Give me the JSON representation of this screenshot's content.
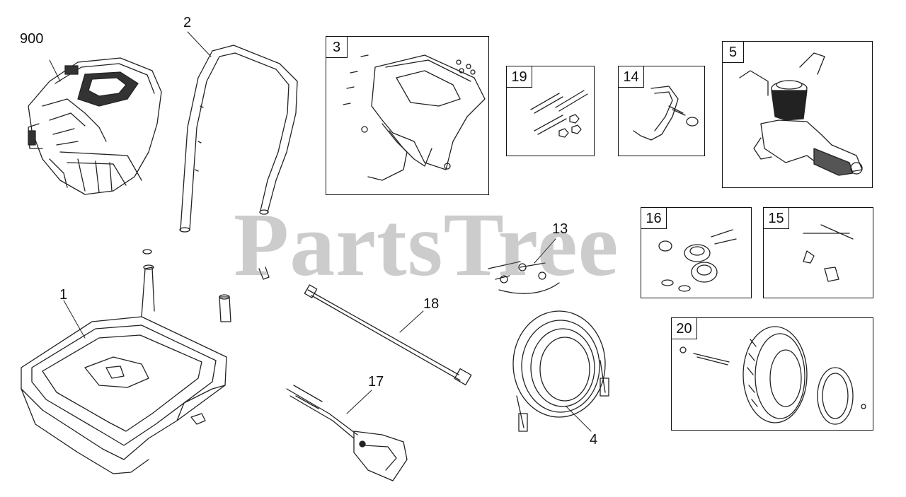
{
  "watermark": "PartsTree",
  "callouts": {
    "c900": "900",
    "c2": "2",
    "c1": "1",
    "c13": "13",
    "c18": "18",
    "c17": "17",
    "c4": "4"
  },
  "kits": {
    "k3": "3",
    "k19": "19",
    "k14": "14",
    "k5": "5",
    "k16": "16",
    "k15": "15",
    "k20": "20"
  }
}
